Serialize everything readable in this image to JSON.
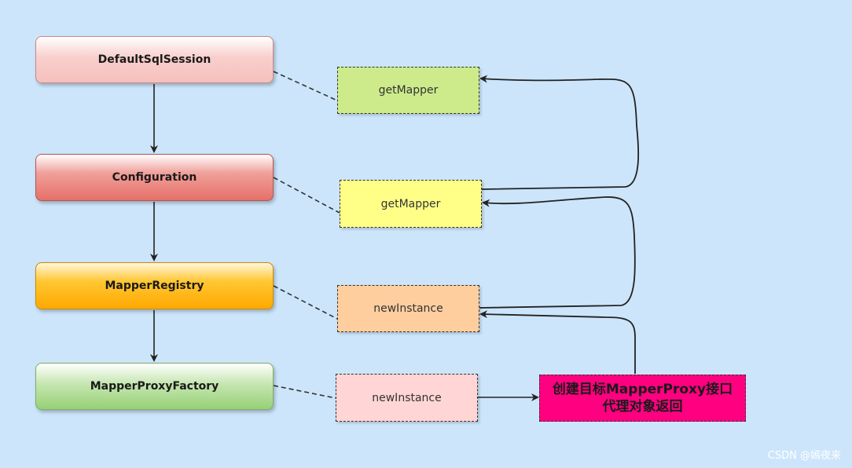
{
  "classes": {
    "default_sql_session": "DefaultSqlSession",
    "configuration": "Configuration",
    "mapper_registry": "MapperRegistry",
    "mapper_proxy_factory": "MapperProxyFactory"
  },
  "methods": {
    "get_mapper_1": "getMapper",
    "get_mapper_2": "getMapper",
    "new_instance_1": "newInstance",
    "new_instance_2": "newInstance"
  },
  "result": {
    "line1": "创建目标MapperProxy接口",
    "line2": "代理对象返回"
  },
  "watermark": "CSDN @嫣夜来",
  "colors": {
    "background": "#cce5fb",
    "default_sql_session": "#f8cecc",
    "configuration": "#ea6b66",
    "mapper_registry": "#ffb000",
    "mapper_proxy_factory": "#97d077",
    "get_mapper_1": "#cdeb8b",
    "get_mapper_2": "#ffff88",
    "new_instance_1": "#ffce9f",
    "new_instance_2": "#ffd5d5",
    "result": "#ff0080"
  }
}
